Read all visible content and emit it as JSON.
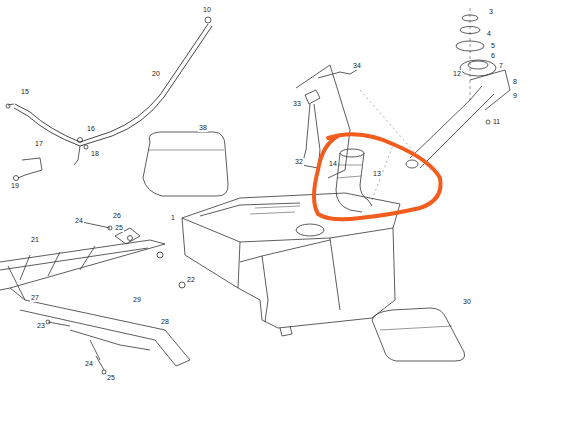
{
  "diagram": {
    "labels": [
      "10",
      "20",
      "15",
      "17",
      "16",
      "18",
      "19",
      "38",
      "34",
      "33",
      "32",
      "14",
      "13",
      "3",
      "4",
      "5",
      "6",
      "7",
      "12",
      "8",
      "9",
      "11",
      "1",
      "24",
      "25",
      "26",
      "21",
      "22",
      "27",
      "28",
      "29",
      "23",
      "24",
      "25",
      "30"
    ]
  }
}
